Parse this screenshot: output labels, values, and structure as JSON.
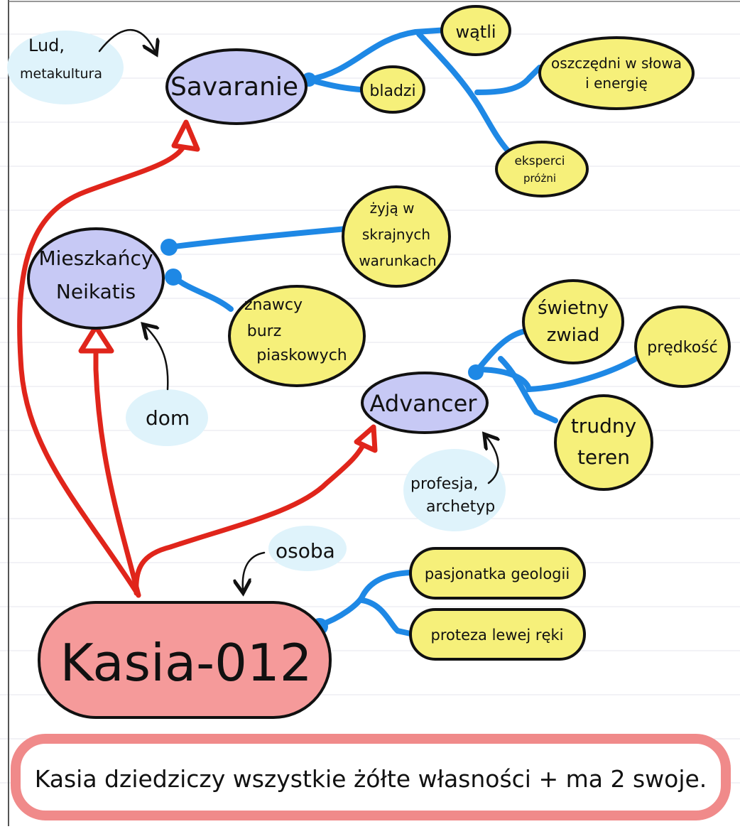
{
  "colors": {
    "node_purple": "#c7c9f5",
    "node_yellow": "#f6f07a",
    "node_red": "#f59a9a",
    "link_blue": "#1e88e5",
    "inherit_red": "#e0251b",
    "annotation_bg": "#dff3fb",
    "outline": "#111111",
    "summary_border": "#f08a8a"
  },
  "nodes": {
    "savaranie": "Savaranie",
    "mieszkancy_1": "Mieszkańcy",
    "mieszkancy_2": "Neikatis",
    "advancer": "Advancer",
    "kasia": "Kasia-012"
  },
  "traits": {
    "watli": "wątli",
    "bladzi": "bladzi",
    "oszczedni_1": "oszczędni w słowa",
    "oszczedni_2": "i energię",
    "eksperci_1": "eksperci",
    "eksperci_2": "próżni",
    "zyja_1": "żyją w",
    "zyja_2": "skrajnych",
    "zyja_3": "warunkach",
    "znawcy_1": "znawcy",
    "znawcy_2": "burz",
    "znawcy_3": "piaskowych",
    "swietny_1": "świetny",
    "swietny_2": "zwiad",
    "predkosc": "prędkość",
    "trudny_1": "trudny",
    "trudny_2": "teren",
    "pasjonatka": "pasjonatka geologii",
    "proteza": "proteza lewej ręki"
  },
  "annotations": {
    "lud_1": "Lud,",
    "lud_2": "metakultura",
    "dom": "dom",
    "profesja_1": "profesja,",
    "profesja_2": "archetyp",
    "osoba": "osoba"
  },
  "summary": "Kasia dziedziczy wszystkie żółte własności + ma 2 swoje."
}
